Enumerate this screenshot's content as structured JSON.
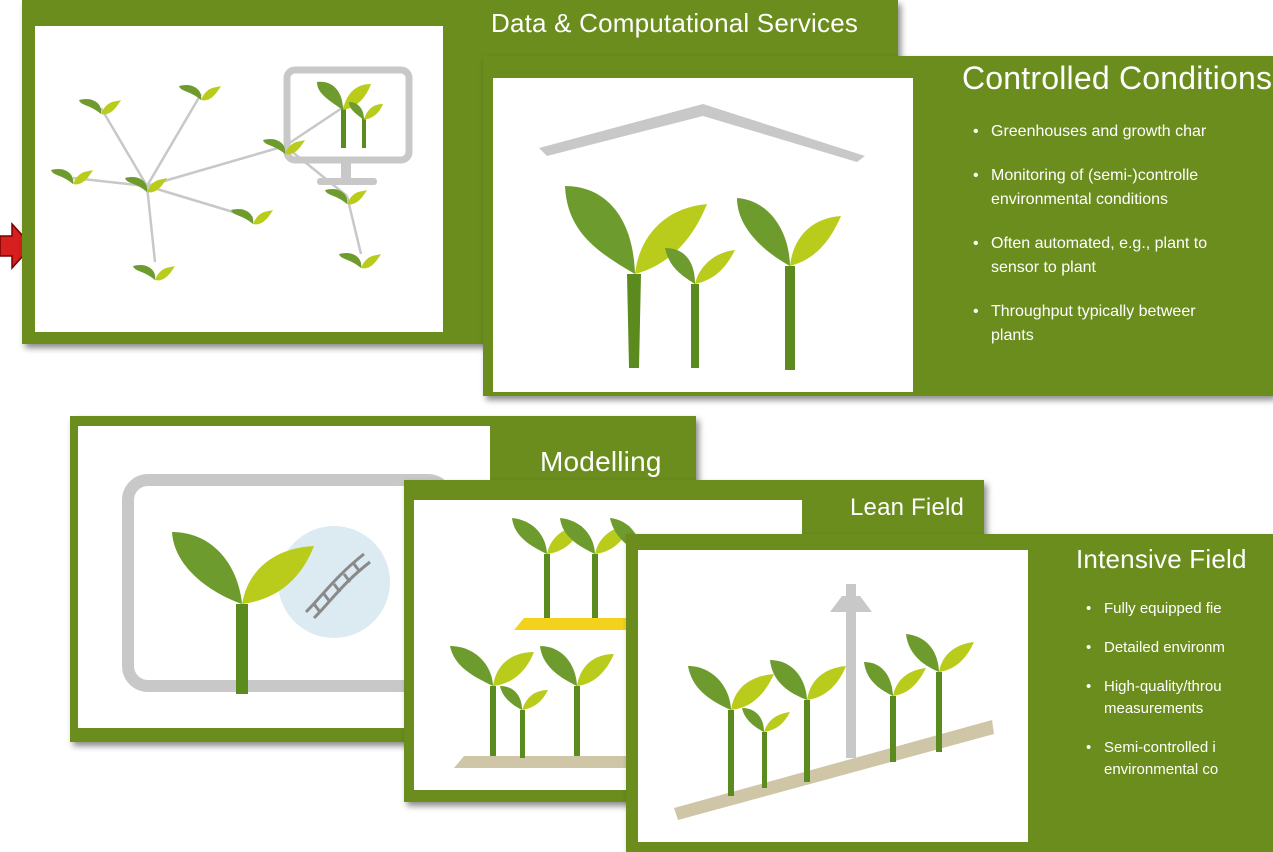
{
  "colors": {
    "card_green": "#6a8d1e",
    "leaf_dark": "#6e9b2e",
    "leaf_light": "#b9cc1c",
    "stem": "#5b8a1f",
    "frame_gray": "#c8c8c8",
    "arrow_red": "#d61f1f"
  },
  "icons": [
    "red-arrow-icon",
    "plant-network-icon",
    "greenhouse-plants-icon",
    "plant-dna-icon",
    "lean-field-plants-icon",
    "intensive-field-plants-icon"
  ],
  "cards": {
    "data_services": {
      "title": "Data & Computational Services"
    },
    "controlled": {
      "title": "Controlled Conditions",
      "bullets": [
        [
          "Greenhouses and growth char"
        ],
        [
          "Monitoring of (semi-)controlle",
          "environmental conditions"
        ],
        [
          "Often automated, e.g., plant to",
          "sensor to plant"
        ],
        [
          "Throughput typically betweer",
          "plants"
        ]
      ]
    },
    "modelling": {
      "title": "Modelling"
    },
    "lean_field": {
      "title": "Lean Field"
    },
    "intensive_field": {
      "title": "Intensive Field",
      "bullets": [
        [
          "Fully equipped fie"
        ],
        [
          "Detailed environm"
        ],
        [
          "High-quality/throu",
          "measurements"
        ],
        [
          "Semi-controlled i",
          "environmental co"
        ]
      ]
    }
  }
}
